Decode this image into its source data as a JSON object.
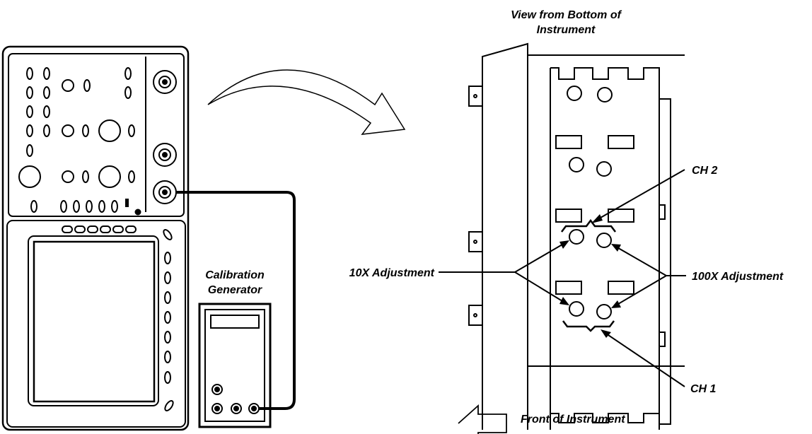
{
  "labels": {
    "view_from_bottom_line1": "View from Bottom of",
    "view_from_bottom_line2": "Instrument",
    "calibration_line1": "Calibration",
    "calibration_line2": "Generator",
    "ch2": "CH 2",
    "ch1": "CH 1",
    "adj_10x": "10X Adjustment",
    "adj_100x": "100X Adjustment",
    "front": "Front of Instrument"
  }
}
